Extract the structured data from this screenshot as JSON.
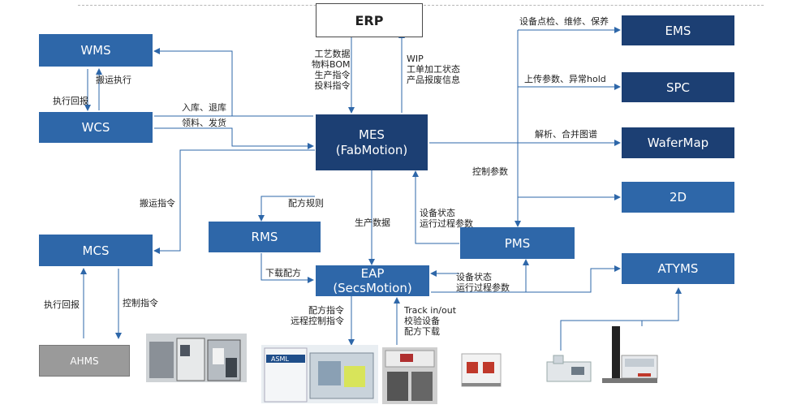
{
  "nodes": {
    "erp": "ERP",
    "wms": "WMS",
    "wcs": "WCS",
    "mcs": "MCS",
    "ahms": "AHMS",
    "mes": [
      "MES",
      "(FabMotion)"
    ],
    "rms": "RMS",
    "eap": [
      "EAP",
      "(SecsMotion)"
    ],
    "pms": "PMS",
    "ems": "EMS",
    "spc": "SPC",
    "wafermap": "WaferMap",
    "d2": "2D",
    "atyms": "ATYMS"
  },
  "edge_labels": {
    "erp_to_mes": [
      "工艺数据",
      "物料BOM",
      "生产指令",
      "投料指令"
    ],
    "mes_to_erp": [
      "WIP",
      "工单加工状态",
      "产品报废信息"
    ],
    "wms_wcs_down": "搬运执行",
    "wms_wcs_up": "执行回报",
    "wms_mes": "入库、退库",
    "wcs_mes": "领料、发货",
    "mes_mcs": "搬运指令",
    "mes_rms": "配方规则",
    "mes_eap": "生产数据",
    "rms_eap": "下载配方",
    "pms_mes": [
      "设备状态",
      "运行过程参数"
    ],
    "eap_pms": [
      "设备状态",
      "运行过程参数"
    ],
    "mes_ems": "设备点检、维修、保养",
    "mes_spc": "上传参数、异常hold",
    "mes_wafermap": "解析、合并图谱",
    "mes_control": "控制参数",
    "eap_down": [
      "配方指令",
      "远程控制指令"
    ],
    "equip_up": [
      "Track in/out",
      "校验设备",
      "配方下载"
    ],
    "ahms_mcs_up": "执行回报",
    "mcs_ahms_down": "控制指令"
  },
  "photo_labels": {
    "asml": "ASML"
  }
}
